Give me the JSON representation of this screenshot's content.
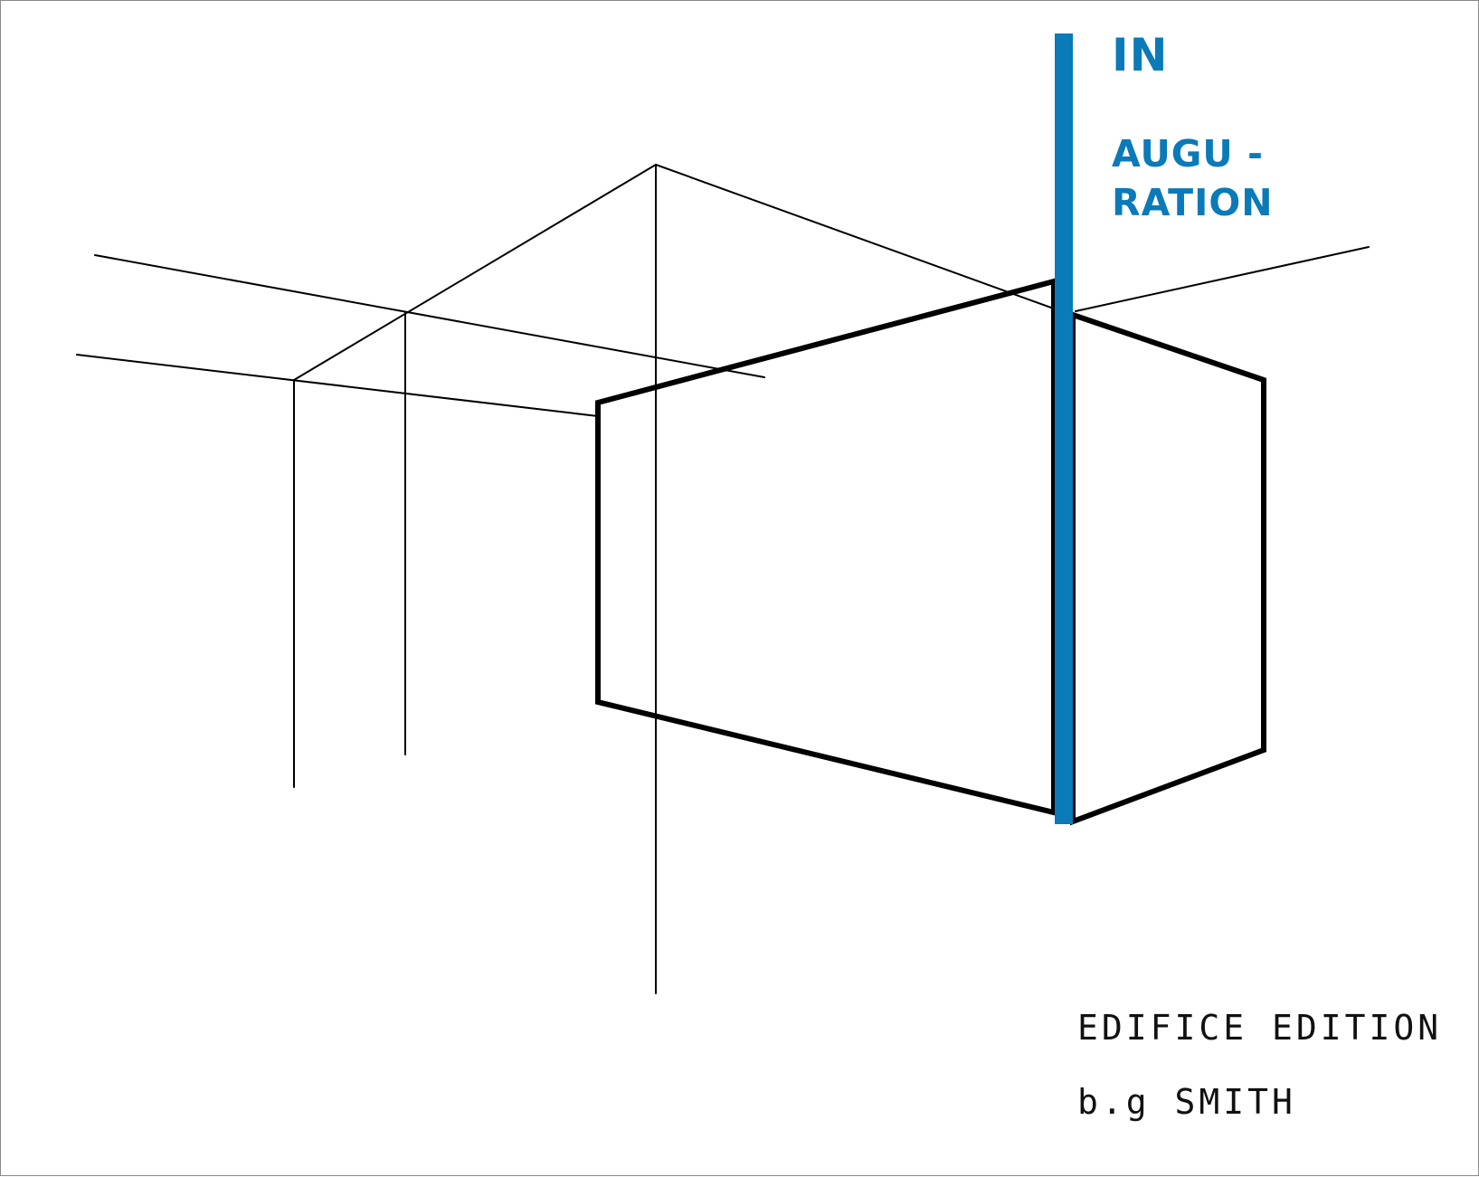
{
  "title": {
    "line1": "IN",
    "line2": "AUGU -",
    "line3": "RATION"
  },
  "edition": "EDIFICE EDITION",
  "author": "b.g SMITH",
  "colors": {
    "accent": "#0a7ab8",
    "lines": "#000000",
    "background": "#ffffff"
  }
}
